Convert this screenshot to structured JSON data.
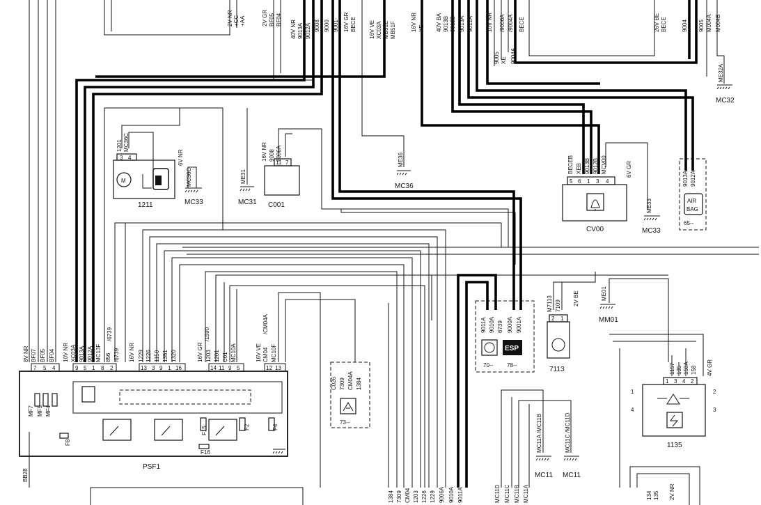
{
  "components": {
    "psf1": {
      "name": "PSF1",
      "fuses": [
        "MF7",
        "MF5",
        "MF4",
        "F8",
        "F16",
        "F15",
        "F2",
        "F4"
      ],
      "pins": [
        "7",
        "5",
        "4",
        "9",
        "5",
        "1",
        "8",
        "2",
        "13",
        "3",
        "9",
        "1",
        "16",
        "14",
        "11",
        "9",
        "5",
        "12",
        "13"
      ],
      "wire_sets": [
        {
          "id": "a",
          "text": "8V NR"
        },
        {
          "id": "b",
          "text": "BF07"
        },
        {
          "id": "c",
          "text": "BF05"
        },
        {
          "id": "d",
          "text": "BF04"
        },
        {
          "id": "e",
          "text": "10V NR"
        },
        {
          "id": "f",
          "text": "XC03A"
        },
        {
          "id": "g",
          "text": "9013A"
        },
        {
          "id": "h",
          "text": "9012A"
        },
        {
          "id": "i",
          "text": "MC13F"
        },
        {
          "id": "j",
          "text": "/6739"
        },
        {
          "id": "k",
          "text": "856"
        },
        {
          "id": "l",
          "text": "/6739"
        },
        {
          "id": "m",
          "text": "16V NR"
        },
        {
          "id": "n",
          "text": "1229"
        },
        {
          "id": "o",
          "text": "1226"
        },
        {
          "id": "p",
          "text": "1150"
        },
        {
          "id": "q",
          "text": "1351"
        },
        {
          "id": "r",
          "text": "1320"
        },
        {
          "id": "s",
          "text": "16V GR"
        },
        {
          "id": "t",
          "text": "1203"
        },
        {
          "id": "u",
          "text": "/1590"
        },
        {
          "id": "v",
          "text": "1201"
        },
        {
          "id": "w",
          "text": "C01"
        },
        {
          "id": "x",
          "text": "MC10A"
        },
        {
          "id": "y",
          "text": "16V VE"
        },
        {
          "id": "z",
          "text": "CM04"
        },
        {
          "id": "aa",
          "text": "/CM04A"
        },
        {
          "id": "ab",
          "text": "MC10F"
        }
      ],
      "ground": "BB28"
    },
    "c1211": {
      "name": "1211",
      "pins": [
        "3",
        "4"
      ],
      "wires": [
        "1201",
        "MC36C"
      ],
      "conn": "6V NR",
      "ground": "MC33",
      "ground_wire": "MC36C"
    },
    "c001": {
      "name": "C001",
      "pins": [
        "11",
        "7"
      ],
      "wires": [
        "16V NR",
        "9008",
        "9006A"
      ]
    },
    "me31": {
      "ground": "MC31",
      "wire": "ME31"
    },
    "me36": {
      "ground": "MC36",
      "wire": "ME36"
    },
    "cv00": {
      "name": "CV00",
      "pins": [
        "5",
        "6",
        "1",
        "3",
        "4"
      ],
      "wires": [
        "BECEB",
        "XEB",
        "9013B",
        "9012B",
        "MCV00"
      ],
      "conn": "6V GR",
      "ground": "MC33",
      "ground_wire": "ME33"
    },
    "c65": {
      "name": "65--",
      "wires": [
        "9013A",
        "9012A"
      ],
      "label_line1": "AIR",
      "label_line2": "BAG"
    },
    "me32a": {
      "ground": "MC32",
      "wire": "ME32A"
    },
    "c7078": {
      "name_left": "70--",
      "name_right": "78--",
      "wires": [
        "9011A",
        "9010A",
        "6739",
        "9000A",
        "9001A"
      ],
      "esp": "ESP"
    },
    "c7113": {
      "name": "7113",
      "pins": [
        "2",
        "1"
      ],
      "wires": [
        "M7113",
        "7109"
      ],
      "conn": "2V BE"
    },
    "mm01": {
      "ground": "MM01",
      "wire": "ME01"
    },
    "c73": {
      "name": "73--",
      "wires": [
        "C026",
        "7309",
        "CM04A",
        "1384"
      ]
    },
    "c1135": {
      "name": "1135",
      "pins": [
        "1",
        "3",
        "4",
        "2"
      ],
      "wires": [
        "1157",
        "135",
        "150A",
        "158"
      ],
      "conn": "4V GR",
      "side_left": [
        "1",
        "4"
      ],
      "side_right": [
        "2",
        "3"
      ]
    },
    "mc11a": {
      "ground": "MC11",
      "wire": "MC11A /MC11B"
    },
    "mc11c": {
      "ground": "MC11",
      "wire": "MC11C /MC11D"
    }
  },
  "top_labels": [
    {
      "t": "2V NR"
    },
    {
      "t": "+CC"
    },
    {
      "t": "+AA"
    },
    {
      "t": "2V GR"
    },
    {
      "t": "BF05"
    },
    {
      "t": "BF04"
    },
    {
      "t": "40V NR"
    },
    {
      "t": "9013A"
    },
    {
      "t": "9012A"
    },
    {
      "t": "9008"
    },
    {
      "t": "9000"
    },
    {
      "t": "9001-"
    },
    {
      "t": "16V GR"
    },
    {
      "t": "BECE"
    },
    {
      "t": "16V VE"
    },
    {
      "t": "XC03A"
    },
    {
      "t": "MB51E"
    },
    {
      "t": "MB51F"
    },
    {
      "t": "16V NR"
    },
    {
      "t": "XE"
    },
    {
      "t": "40V BA"
    },
    {
      "t": "9013B"
    },
    {
      "t": "9012B"
    },
    {
      "t": "9013A"
    },
    {
      "t": "9012A"
    },
    {
      "t": "10V NR"
    },
    {
      "t": "9005"
    },
    {
      "t": "XE"
    },
    {
      "t": "/9006A"
    },
    {
      "t": "/9004A"
    },
    {
      "t": "9004A"
    },
    {
      "t": "BECE"
    },
    {
      "t": "26V BE"
    },
    {
      "t": "BECE"
    },
    {
      "t": "9004"
    },
    {
      "t": "9005"
    },
    {
      "t": "M004A"
    },
    {
      "t": "M004B"
    }
  ],
  "bottom_labels": [
    {
      "t": "1384"
    },
    {
      "t": "7309"
    },
    {
      "t": "CM04"
    },
    {
      "t": "1203"
    },
    {
      "t": "1226"
    },
    {
      "t": "1229"
    },
    {
      "t": "9006A"
    },
    {
      "t": "9010A"
    },
    {
      "t": "9011A"
    },
    {
      "t": "MC11D"
    },
    {
      "t": "MC11C"
    },
    {
      "t": "MC11B"
    },
    {
      "t": "MC11A"
    },
    {
      "t": "134"
    },
    {
      "t": "135"
    },
    {
      "t": "2V NR"
    }
  ]
}
